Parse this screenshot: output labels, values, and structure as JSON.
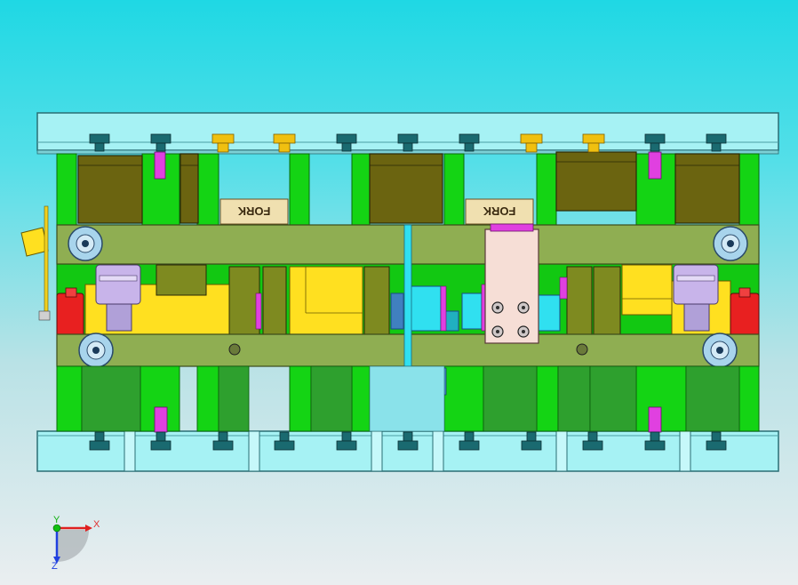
{
  "scene": {
    "background_top": "#1fd8e4",
    "background_bottom": "#eaeef0",
    "part_labels": [
      "FORK",
      "FORK"
    ]
  },
  "triad": {
    "x_label": "X",
    "y_label": "Y",
    "z_label": "Z"
  },
  "colors": {
    "plate_cyan": "#a6f2f4",
    "frame_green": "#14d414",
    "bar_olive": "#8fae52",
    "block_dark": "#6b6410",
    "part_yellow": "#ffe020",
    "bushing_purple": "#c8b4ea",
    "stop_red": "#e82020",
    "pin_magenta": "#e040e0",
    "bracket_pink": "#f6ded6",
    "bolt_gold": "#f0c010",
    "bolt_teal": "#1a6a70"
  }
}
